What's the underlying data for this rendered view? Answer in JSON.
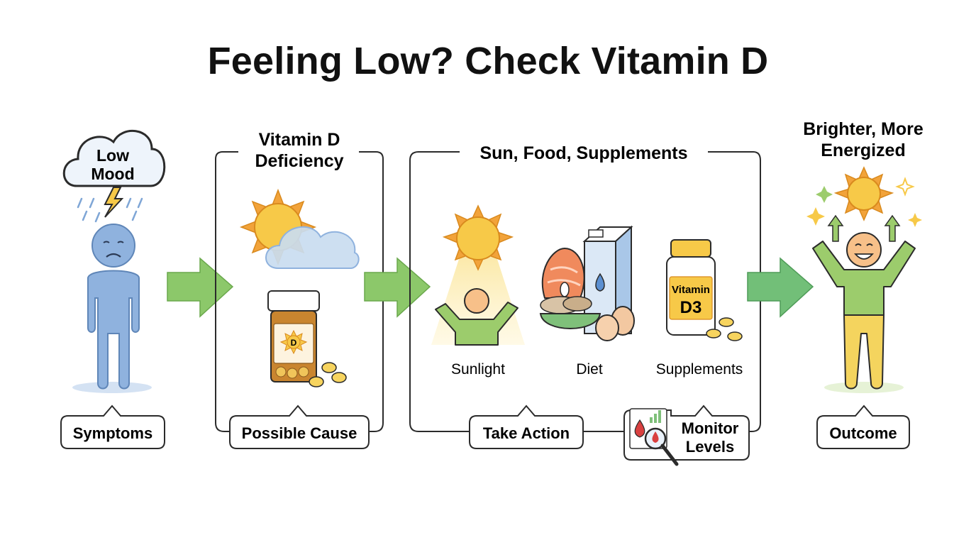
{
  "title": "Feeling Low? Check Vitamin D",
  "cloud_label": {
    "line1": "Low",
    "line2": "Mood"
  },
  "deficiency_heading": {
    "line1": "Vitamin D",
    "line2": "Deficiency"
  },
  "action_heading": "Sun, Food, Supplements",
  "outcome_heading": {
    "line1": "Brighter, More",
    "line2": "Energized"
  },
  "pill_label": "D",
  "bottle_label": {
    "line1": "Vitamin",
    "line2": "D3"
  },
  "action_items": [
    "Sunlight",
    "Diet",
    "Supplements"
  ],
  "stages": {
    "symptoms": "Symptoms",
    "cause": "Possible Cause",
    "action": "Take Action",
    "monitor": {
      "line1": "Monitor",
      "line2": "Levels"
    },
    "outcome": "Outcome"
  },
  "colors": {
    "arrow_green": "#8cc86a",
    "person_blue": "#8fb2de",
    "person_green": "#9ccc6c",
    "sun_yellow": "#f7c948",
    "sun_orange": "#f2a33a",
    "cloud_blue": "#c9dcf0",
    "amber_bottle": "#c9852f",
    "salmon": "#f08a5d"
  }
}
